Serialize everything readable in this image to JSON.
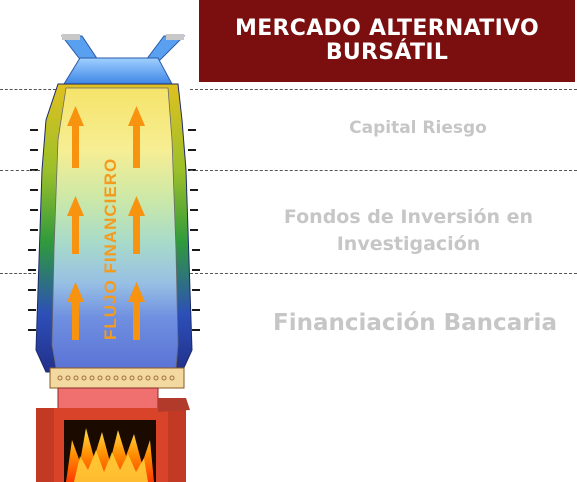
{
  "title": {
    "line1": "MERCADO ALTERNATIVO",
    "line2": "BURSÁTIL"
  },
  "levels": [
    {
      "text": "Capital Riesgo"
    },
    {
      "text_line1": "Fondos de Inversión en",
      "text_line2": "Investigación"
    },
    {
      "text": "Financiación Bancaria"
    }
  ],
  "flow_label": "FLUJO FINANCIERO",
  "colors": {
    "title_bg": "#7b0f0f",
    "level_text": "#c6c6c6",
    "arrow": "#f7930f",
    "flow_label": "#f49a1d"
  }
}
